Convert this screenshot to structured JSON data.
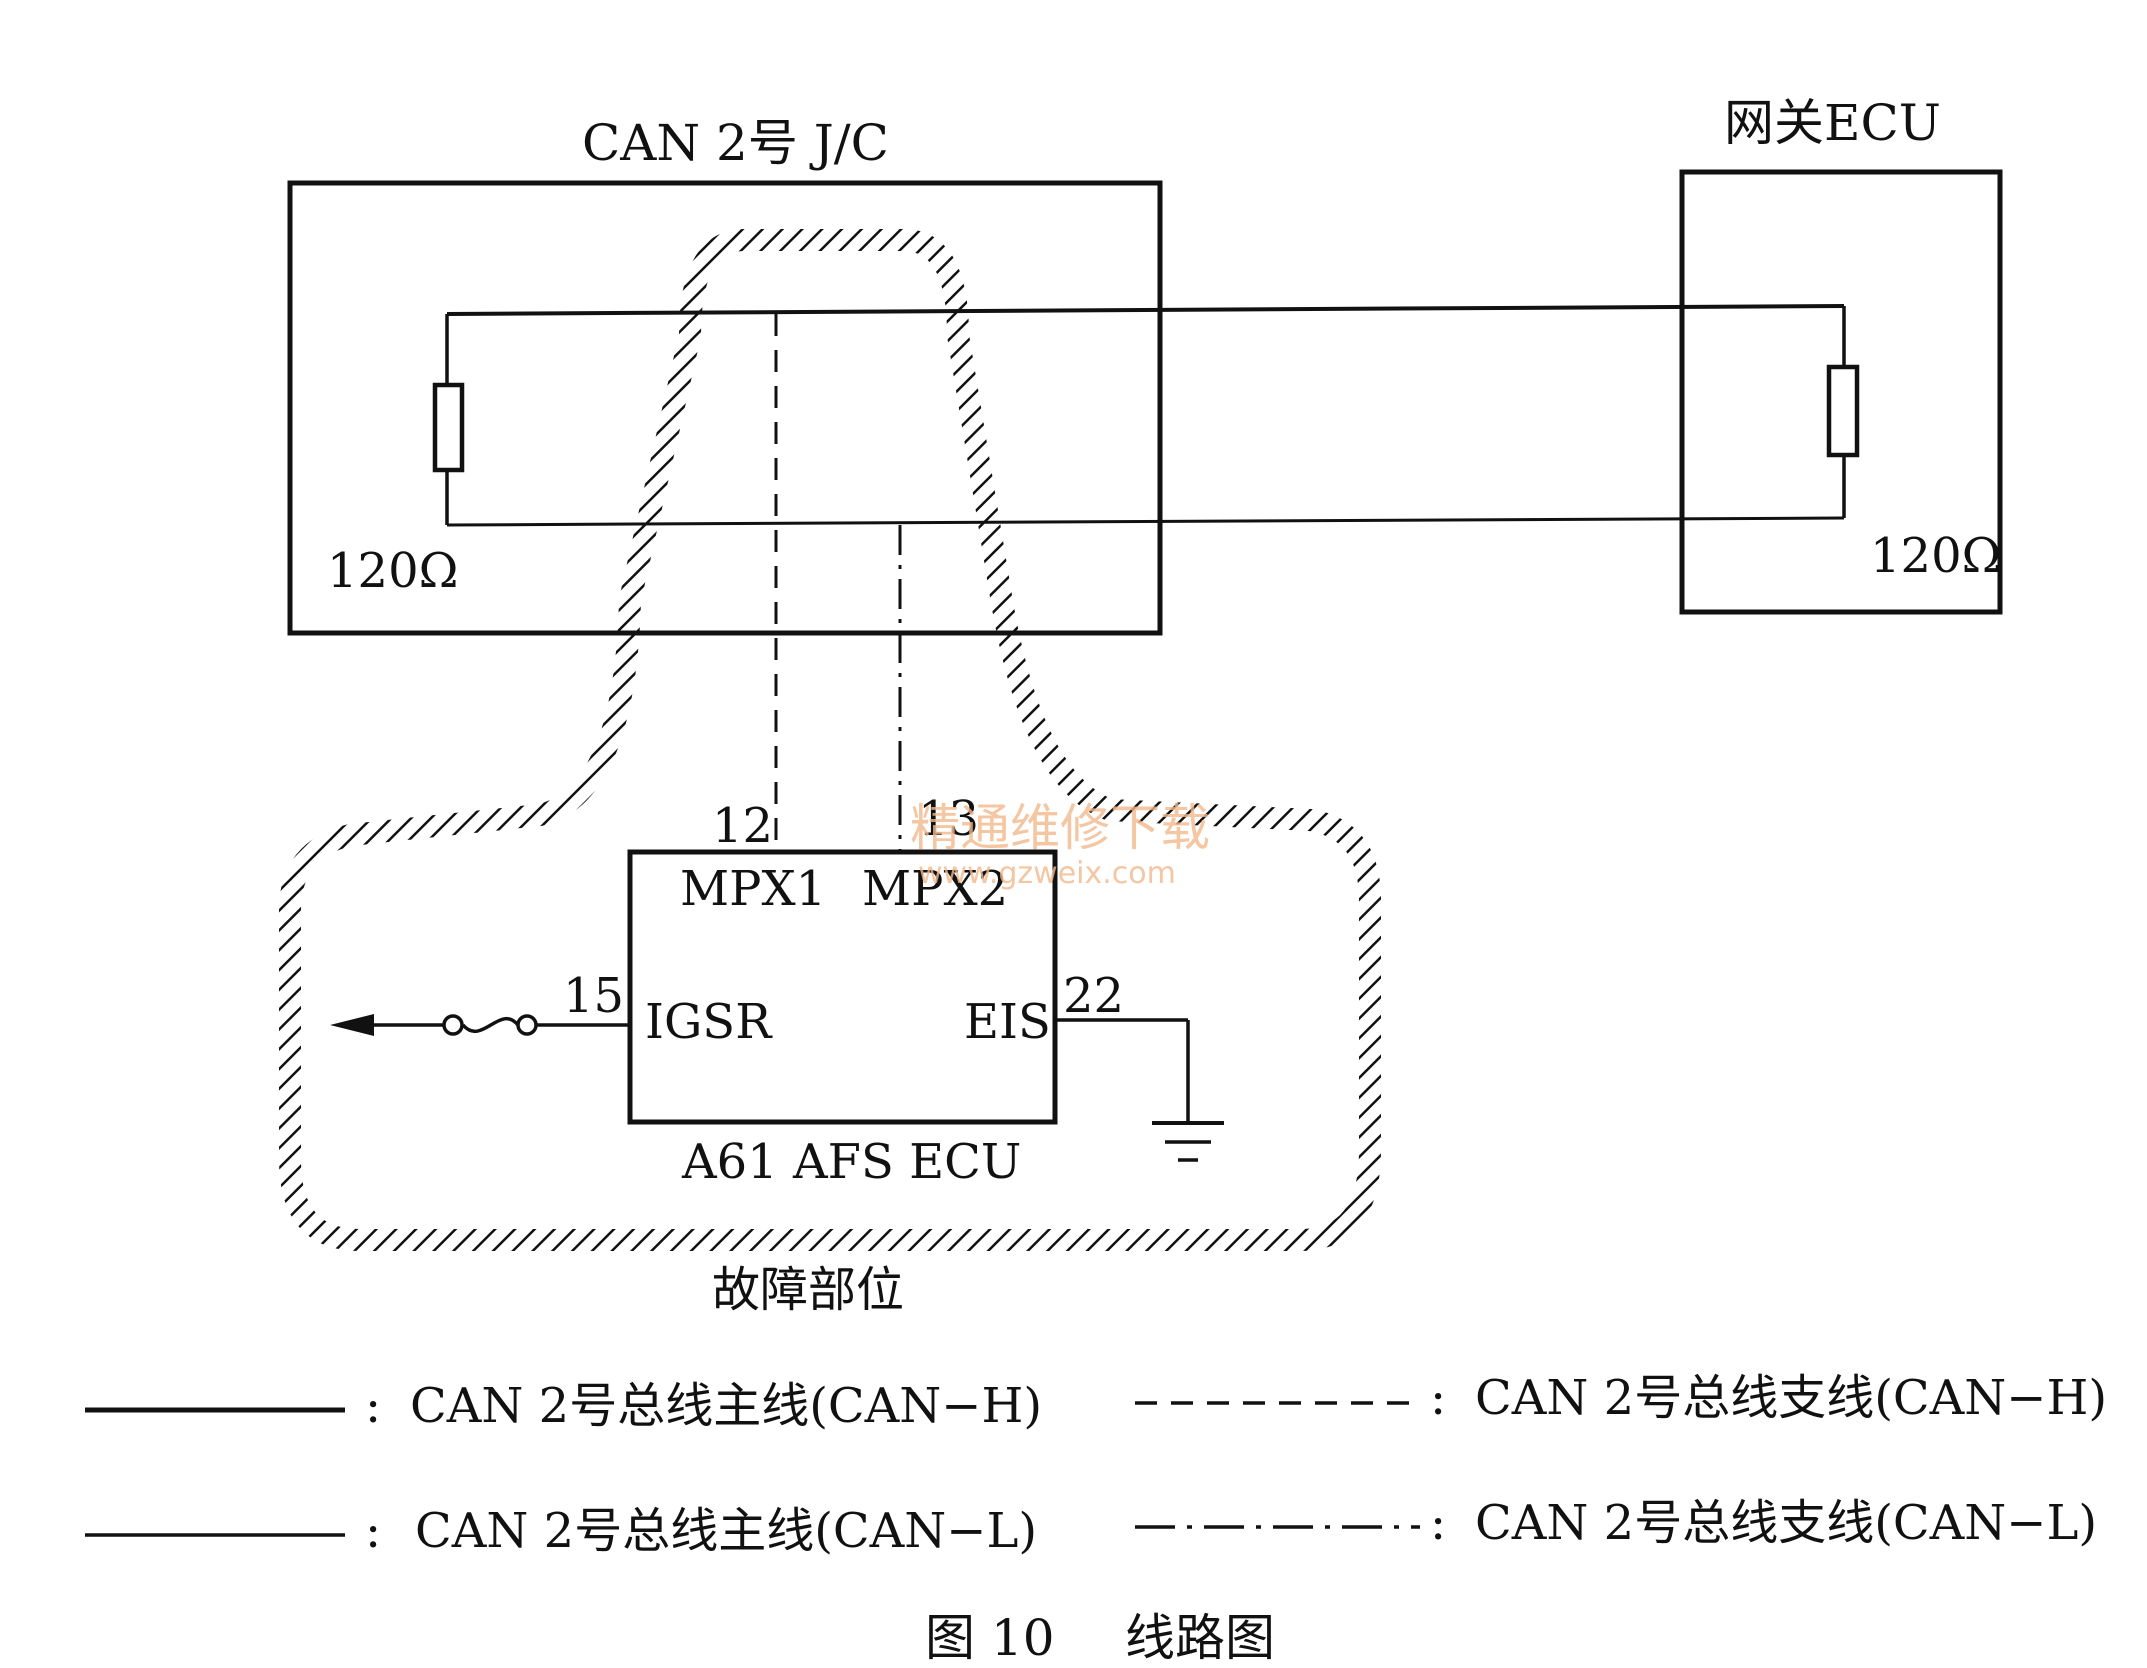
{
  "diagram": {
    "jc_box_title": "CAN 2号 J/C",
    "gateway_title": "网关ECU",
    "jc_resistor_label": "120Ω",
    "gateway_resistor_label": "120Ω",
    "fault_zone_label": "故障部位",
    "ecu": {
      "name": "A61 AFS ECU",
      "pins": {
        "mpx1_num": "12",
        "mpx1_name": "MPX1",
        "mpx2_num": "13",
        "mpx2_name": "MPX2",
        "igsr_num": "15",
        "igsr_name": "IGSR",
        "eis_num": "22",
        "eis_name": "EIS"
      }
    },
    "watermark": {
      "line1": "精通维修下载",
      "line2": "www.gzweix.com"
    }
  },
  "legend": {
    "items": [
      {
        "style": "solid-thick",
        "text": "CAN 2号总线主线(CAN−H)"
      },
      {
        "style": "dashed",
        "text": "CAN 2号总线支线(CAN−H)"
      },
      {
        "style": "solid-thin",
        "text": "CAN 2号总线主线(CAN−L)"
      },
      {
        "style": "dash-dot",
        "text": "CAN 2号总线支线(CAN−L)"
      }
    ],
    "separator": ":"
  },
  "caption": {
    "figure_no": "图 10",
    "title": "线路图"
  },
  "colors": {
    "ink": "#111111",
    "watermark": "#f2b88c"
  }
}
